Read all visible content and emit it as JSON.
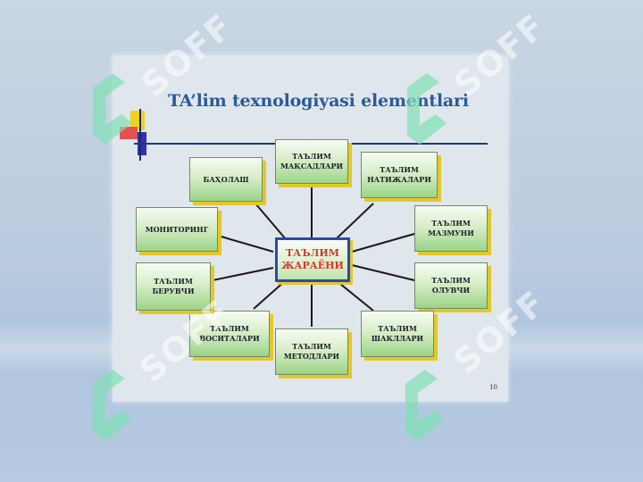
{
  "slide": {
    "title": "TA’lim texnologiyasi elementlari",
    "page_number": "10",
    "center": "ТАЪЛИМ\nЖАРАЁНИ",
    "nodes": {
      "goals": "ТАЪЛИМ\nМАҚСАДЛАРИ",
      "results": "ТАЪЛИМ\nНАТИЖАЛАРИ",
      "content": "ТАЪЛИМ\nМАЗМУНИ",
      "learner": "ТАЪЛИМ\nОЛУВЧИ",
      "forms": "ТАЪЛИМ\nШАКЛЛАРИ",
      "methods": "ТАЪЛИМ\nМЕТОДЛАРИ",
      "tools": "ТАЪЛИМ\nВОСИТАЛАРИ",
      "teacher": "ТАЪЛИМ\nБЕРУВЧИ",
      "monitoring": "МОНИТОРИНГ",
      "assessment": "БАҲОЛАШ"
    }
  },
  "watermark": {
    "text": "SOFF",
    "colors": {
      "logo": "#7fe0b4",
      "text": "#ffffff"
    }
  },
  "colors": {
    "node_border": "#6e8d66",
    "node_shadow": "#e3c82a",
    "center_border": "#2b49a8",
    "center_text": "#d23a2a",
    "connector": "#1a1a1a"
  }
}
